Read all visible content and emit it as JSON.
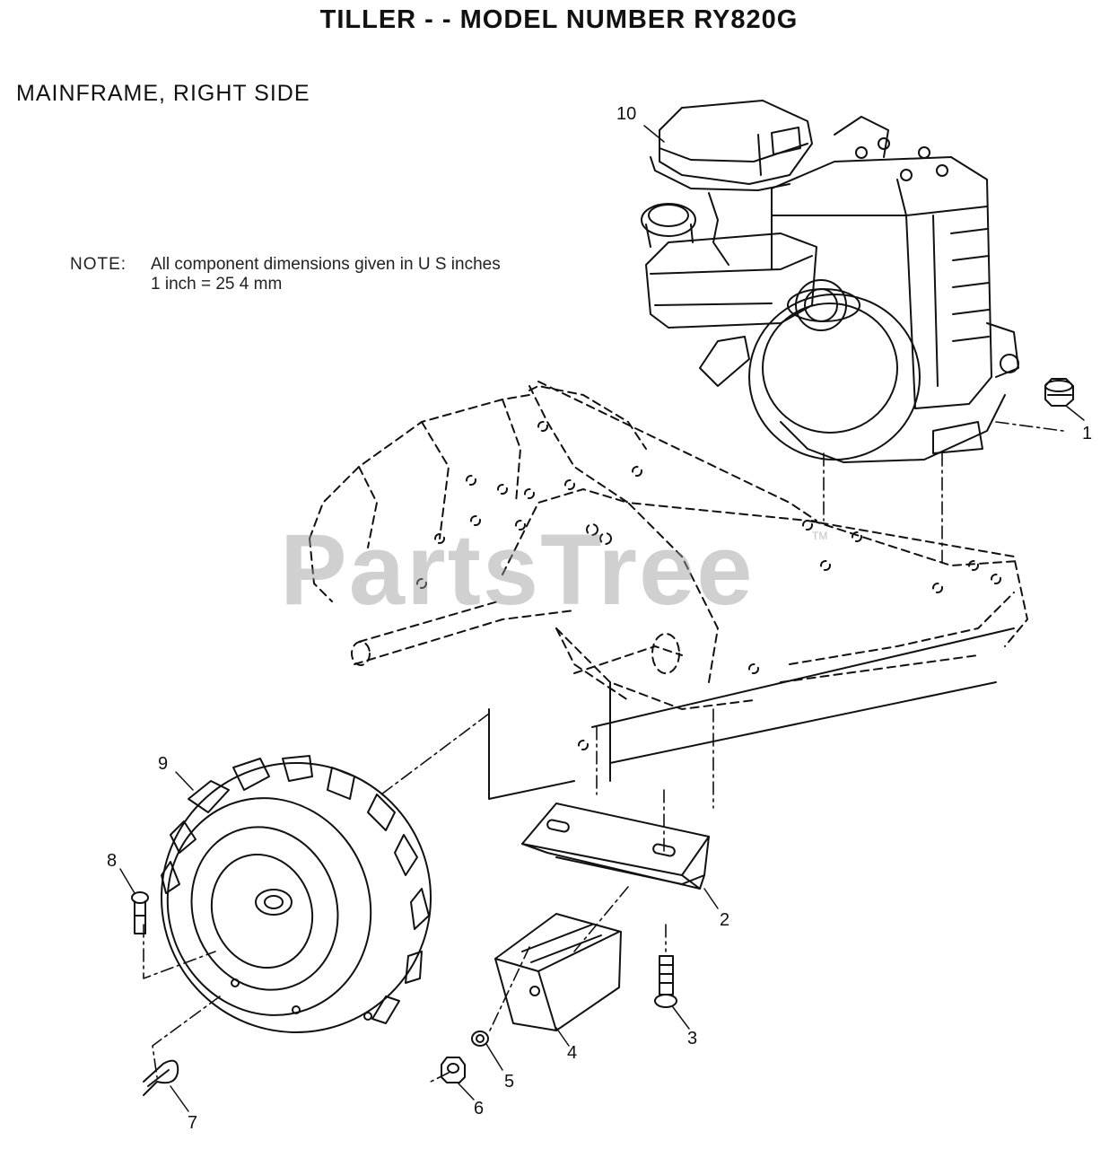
{
  "title": "TILLER - - MODEL NUMBER RY820G",
  "subtitle": "MAINFRAME, RIGHT SIDE",
  "note": {
    "label": "NOTE:",
    "line1": "All component dimensions given in U S inches",
    "line2": "1 inch = 25 4 mm"
  },
  "watermark": {
    "text": "PartsTree",
    "mark": "TM"
  },
  "callouts": {
    "c1": "1",
    "c2": "2",
    "c3": "3",
    "c4": "4",
    "c5": "5",
    "c6": "6",
    "c7": "7",
    "c8": "8",
    "c9": "9",
    "c10": "10"
  },
  "parts": [
    "engine",
    "nut",
    "mounting-bracket",
    "bolt",
    "weight",
    "lock-washer",
    "hex-nut",
    "hairpin-clip",
    "clevis-pin",
    "wheel-tire"
  ]
}
